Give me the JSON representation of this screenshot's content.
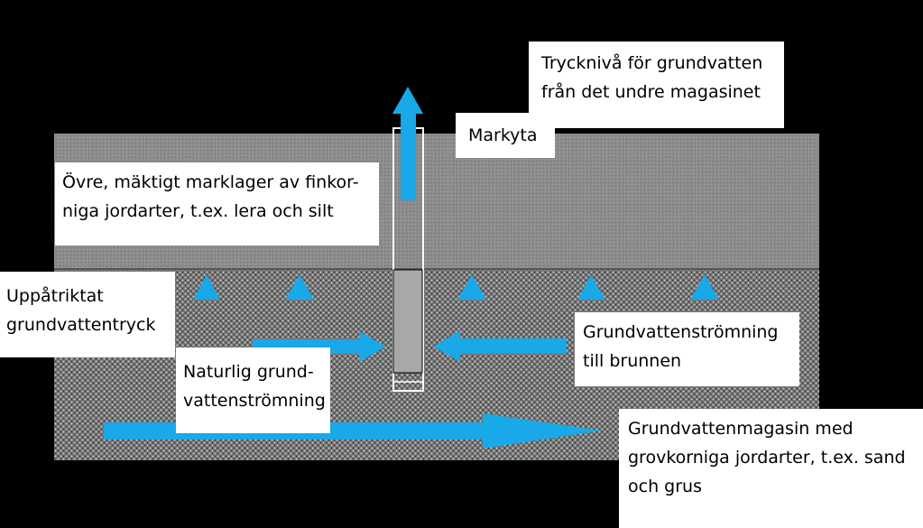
{
  "labels": {
    "pressure_level": "Trycknivå för grundvatten\nfrån det undre magasinet",
    "ground_surface": "Markyta",
    "upper_layer": "Övre, mäktigt marklager av finkor-\nniga jordarter, t.ex. lera och silt",
    "confined_pressure": "Uppåtriktat\ngrundvattentryck",
    "natural_flow": "Naturlig grund-\nvattenströmning",
    "flow_to_well": "Grundvattenströmning\ntill brunnen",
    "aquifer": "Grundvattenmagasin med\ngrovkorniga jordarter, t.ex. sand\noch grus"
  },
  "colors": {
    "background": "#000000",
    "clay_layer": "#8c8c8c",
    "aquifer_layer": "#6e6e6e",
    "arrow": "#19a8e8",
    "well_screen": "#a8a8a8",
    "label_box": "#ffffff"
  }
}
